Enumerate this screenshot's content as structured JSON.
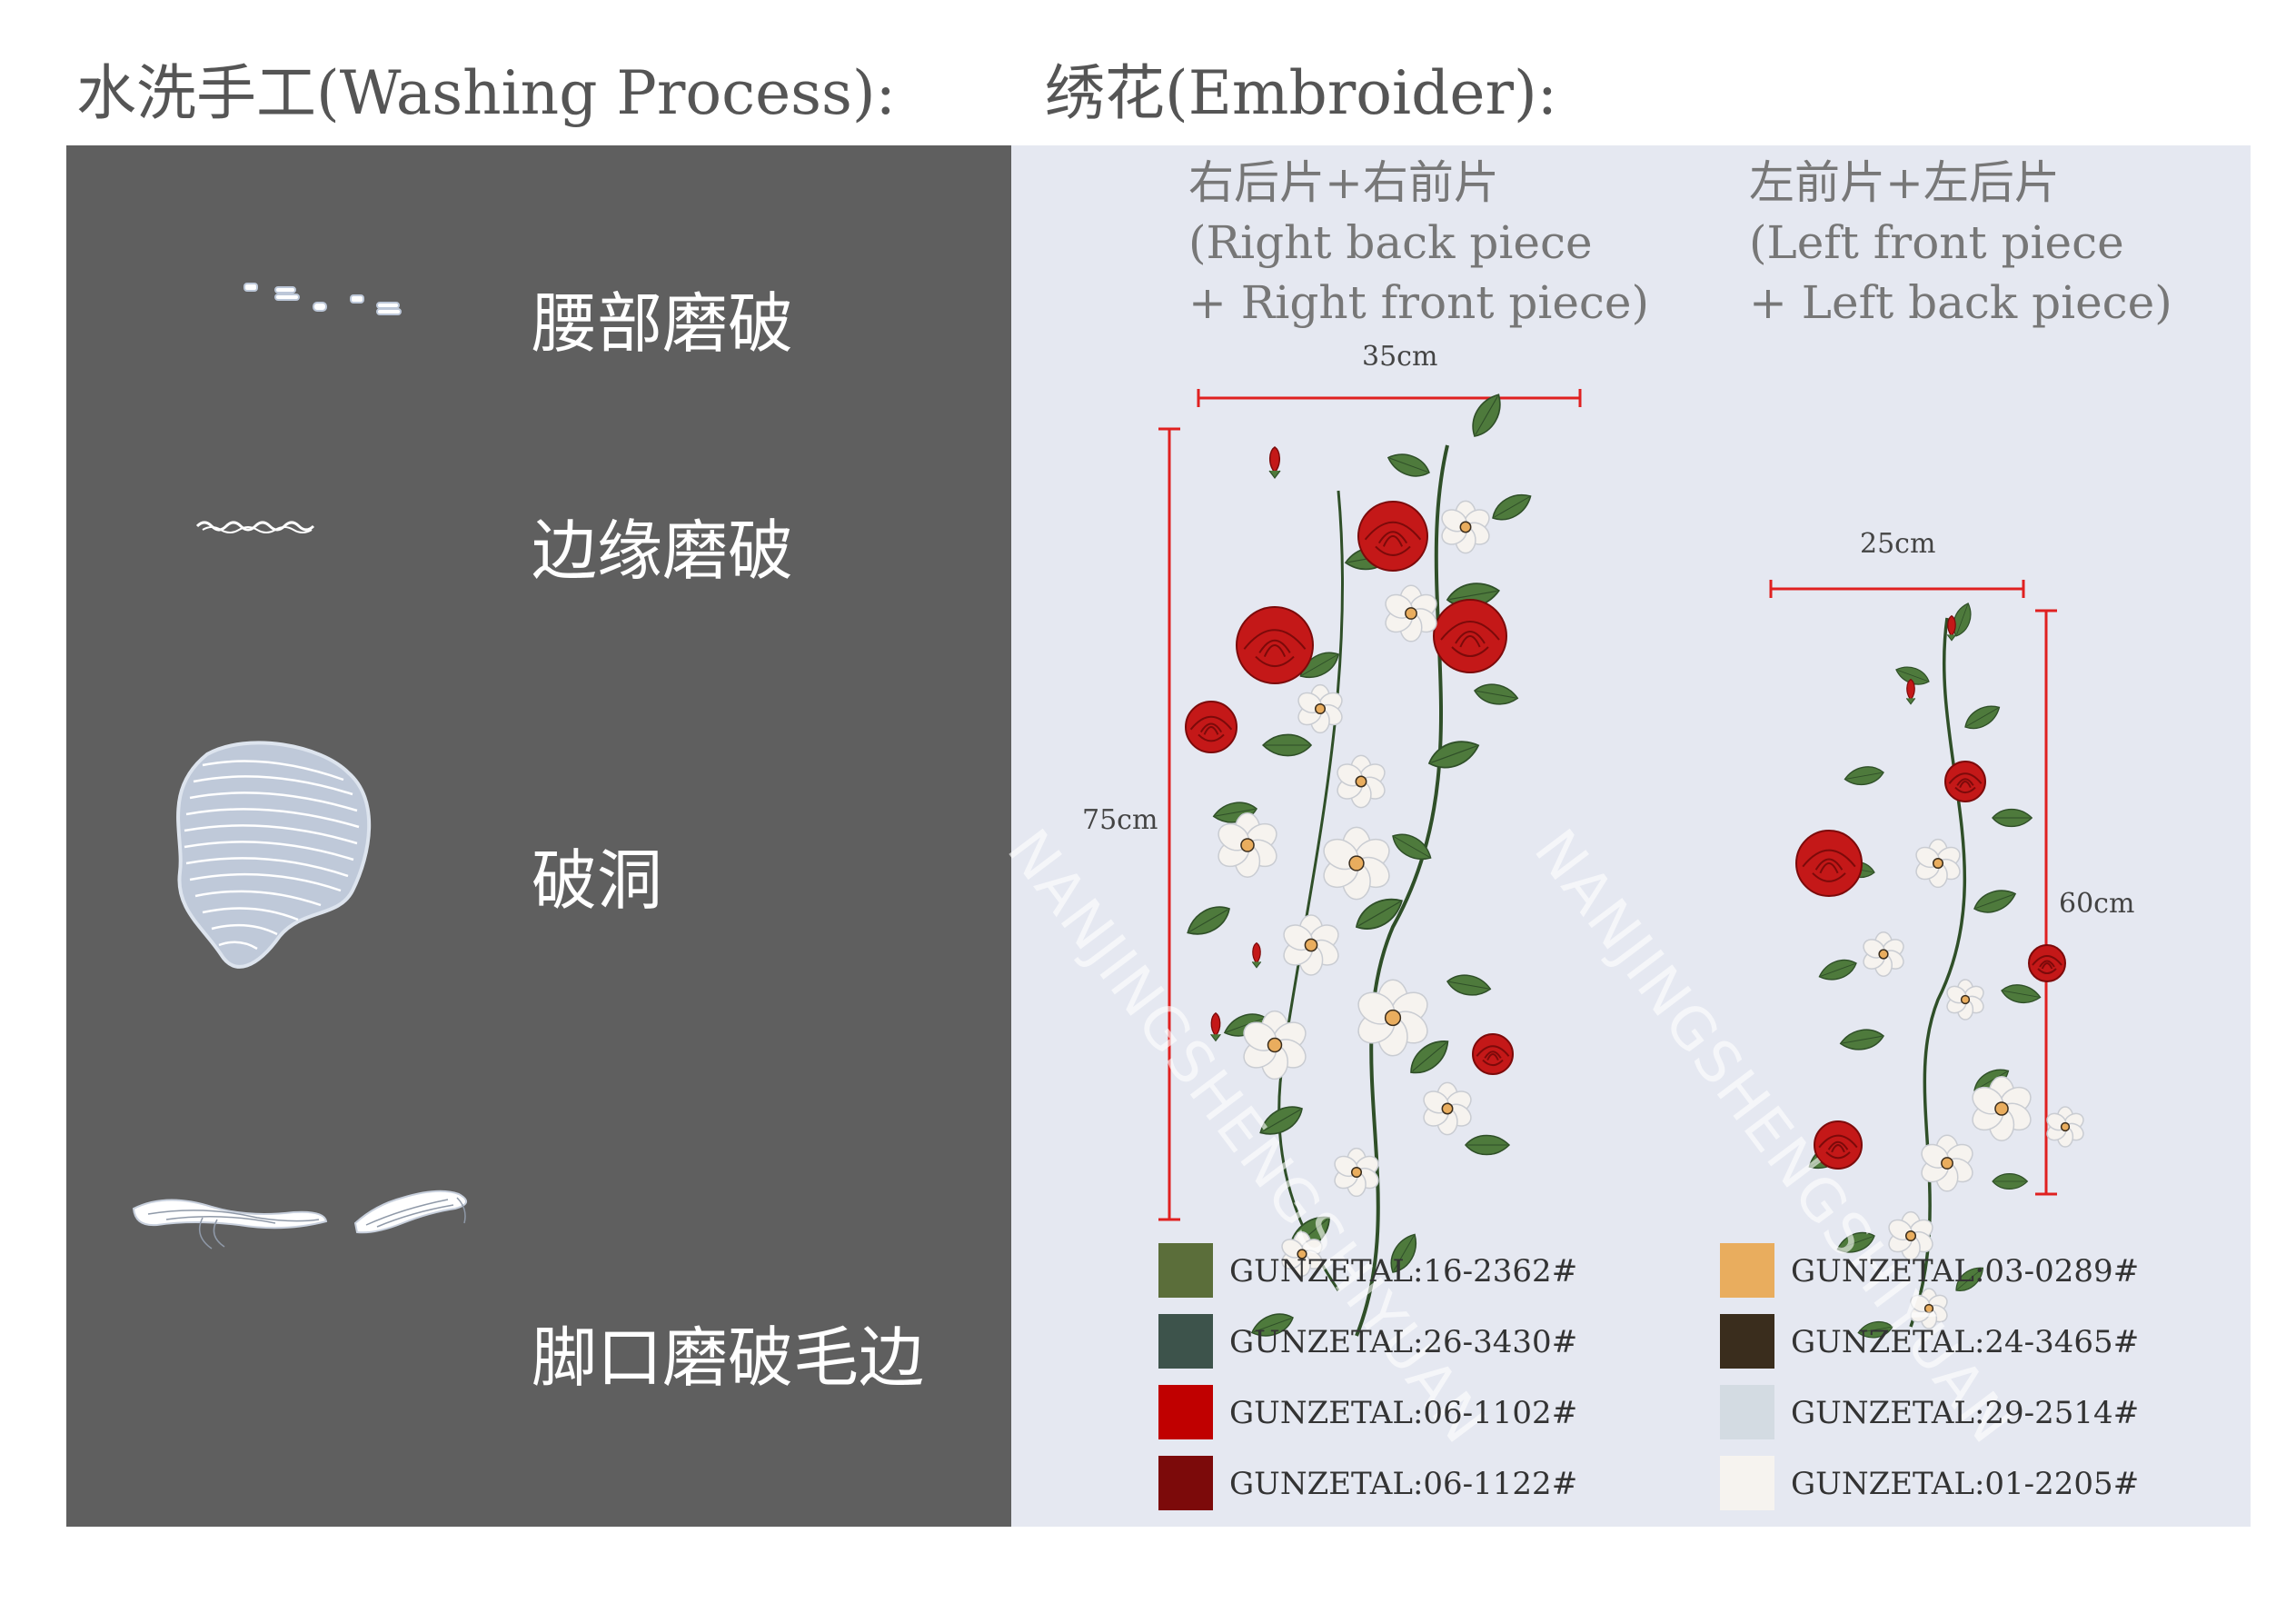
{
  "washing": {
    "title": "水洗手工(Washing Process):",
    "items": [
      {
        "label": "腰部磨破",
        "icon": "waist-abrasion-icon"
      },
      {
        "label": "边缘磨破",
        "icon": "edge-abrasion-icon"
      },
      {
        "label": "破洞",
        "icon": "hole-icon"
      },
      {
        "label": "脚口磨破毛边",
        "icon": "hem-fray-icon"
      }
    ]
  },
  "embroider": {
    "title": "绣花(Embroider):",
    "pieces": [
      {
        "title_cn": "右后片+右前片",
        "title_en_1": "(Right back piece",
        "title_en_2": "+ Right front piece)",
        "width_label": "35cm",
        "height_label": "75cm"
      },
      {
        "title_cn": "左前片+左后片",
        "title_en_1": "(Left front piece",
        "title_en_2": "+ Left back piece)",
        "width_label": "25cm",
        "height_label": "60cm"
      }
    ],
    "watermark": "NANJINGSHENGSHIYUAN",
    "colors_left": [
      {
        "code": "GUNZETAL:16-2362#",
        "hex": "#5b6e3a"
      },
      {
        "code": "GUNZETAL:26-3430#",
        "hex": "#3d534b"
      },
      {
        "code": "GUNZETAL:06-1102#",
        "hex": "#c00000"
      },
      {
        "code": "GUNZETAL:06-1122#",
        "hex": "#7c0a0a"
      }
    ],
    "colors_right": [
      {
        "code": "GUNZETAL:03-0289#",
        "hex": "#e9ad5e"
      },
      {
        "code": "GUNZETAL:24-3465#",
        "hex": "#3a2d1d"
      },
      {
        "code": "GUNZETAL:29-2514#",
        "hex": "#d3dbe2"
      },
      {
        "code": "GUNZETAL:01-2205#",
        "hex": "#f6f3ef"
      }
    ]
  },
  "colors": {
    "measure_red": "#e02020",
    "panel_dark": "#5f5f5f",
    "panel_light": "#e5e8f1",
    "leaf_green": "#4e7a3c",
    "rose_red": "#c41818"
  }
}
